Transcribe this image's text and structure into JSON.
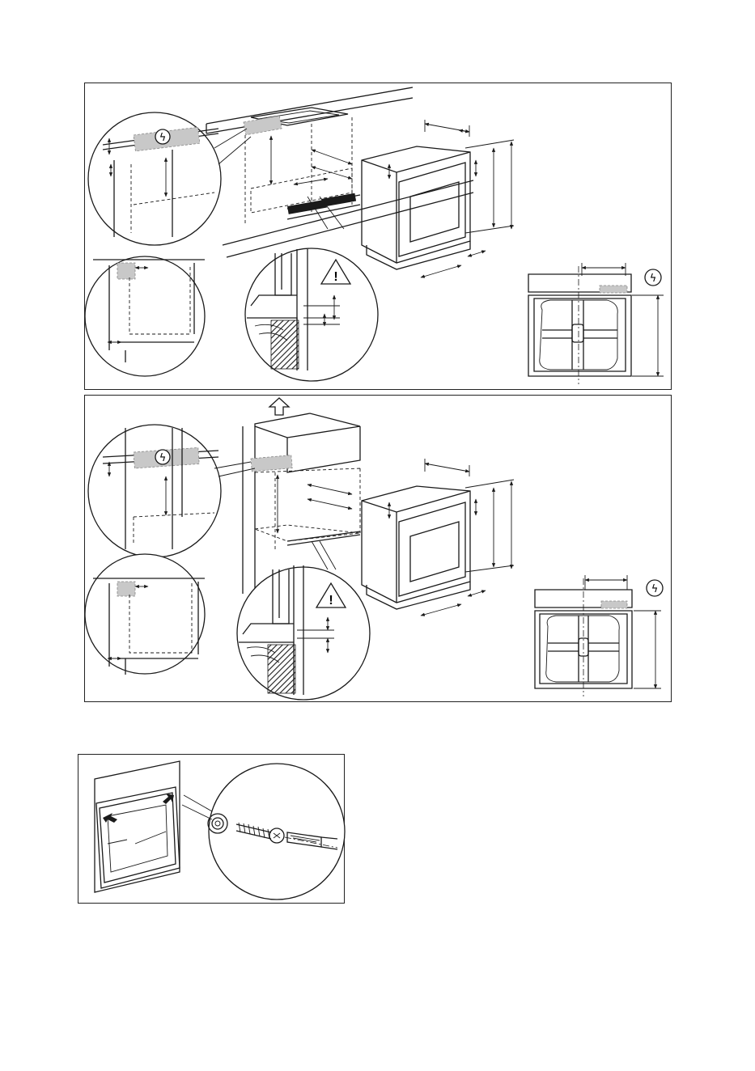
{
  "figures": [
    {
      "id": "installation-under-worktop",
      "variant": "under-counter"
    },
    {
      "id": "installation-column",
      "variant": "tall-column"
    },
    {
      "id": "fixing-oven-screws",
      "variant": "screw-detail"
    }
  ],
  "symbols": {
    "electric": "ϟ",
    "warning": "!",
    "up_arrow": "⇧"
  },
  "colors": {
    "line": "#1a1a1a",
    "shaded_area": "#c8c8c8",
    "background": "#ffffff"
  }
}
